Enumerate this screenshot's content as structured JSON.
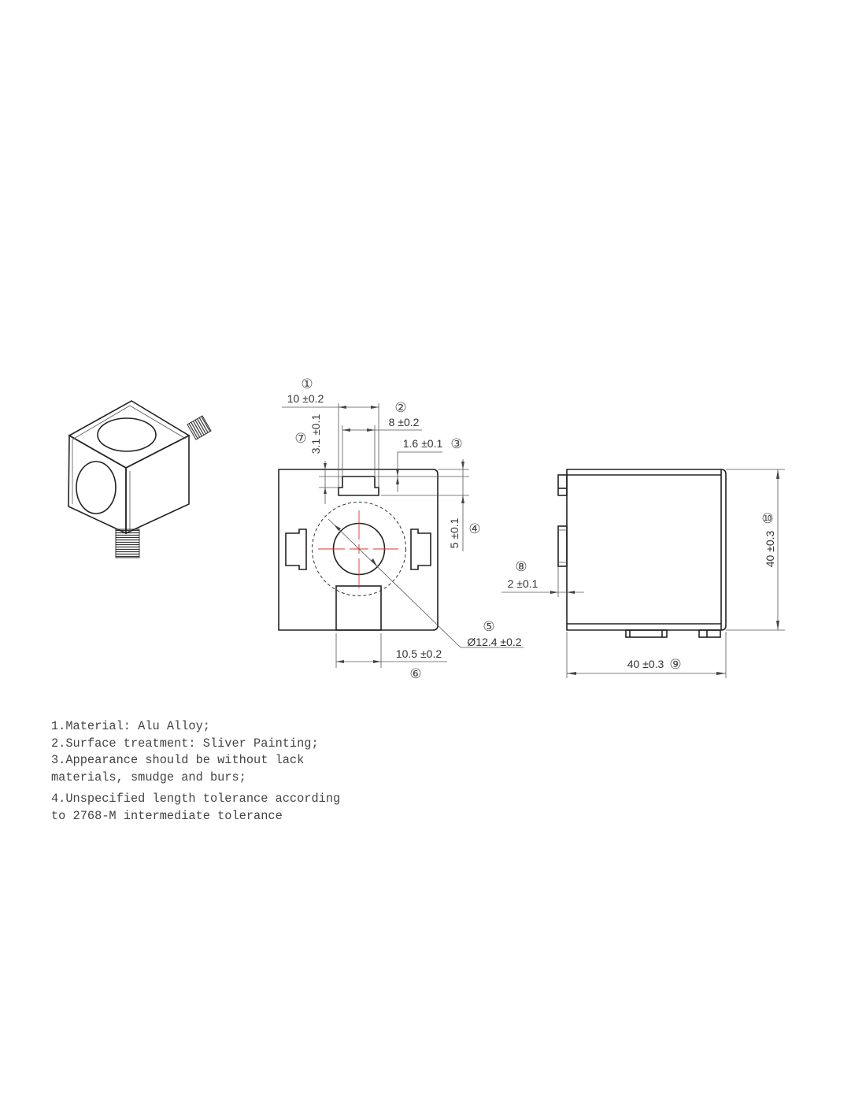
{
  "front_view": {
    "dim1": {
      "label": "①",
      "value": "10 ±0.2"
    },
    "dim2": {
      "label": "②",
      "value": "8 ±0.2"
    },
    "dim3": {
      "label": "③",
      "value": "1.6 ±0.1"
    },
    "dim4": {
      "label": "④",
      "value": "5 ±0.1"
    },
    "dim5": {
      "label": "⑤",
      "value": "Ø12.4 ±0.2"
    },
    "dim6": {
      "label": "⑥",
      "value": "10.5 ±0.2"
    },
    "dim7": {
      "label": "⑦",
      "value": "3.1 ±0.1"
    }
  },
  "side_view": {
    "dim8": {
      "label": "⑧",
      "value": "2 ±0.1"
    },
    "dim9": {
      "label": "⑨",
      "value": "40 ±0.3"
    },
    "dim10": {
      "label": "⑩",
      "value": "40 ±0.3"
    }
  },
  "notes": [
    "1.Material: Alu Alloy;",
    "2.Surface treatment: Sliver Painting;",
    "3.Appearance should be without lack",
    "materials, smudge and burs;",
    "4.Unspecified length tolerance according",
    "to 2768-M intermediate tolerance"
  ]
}
